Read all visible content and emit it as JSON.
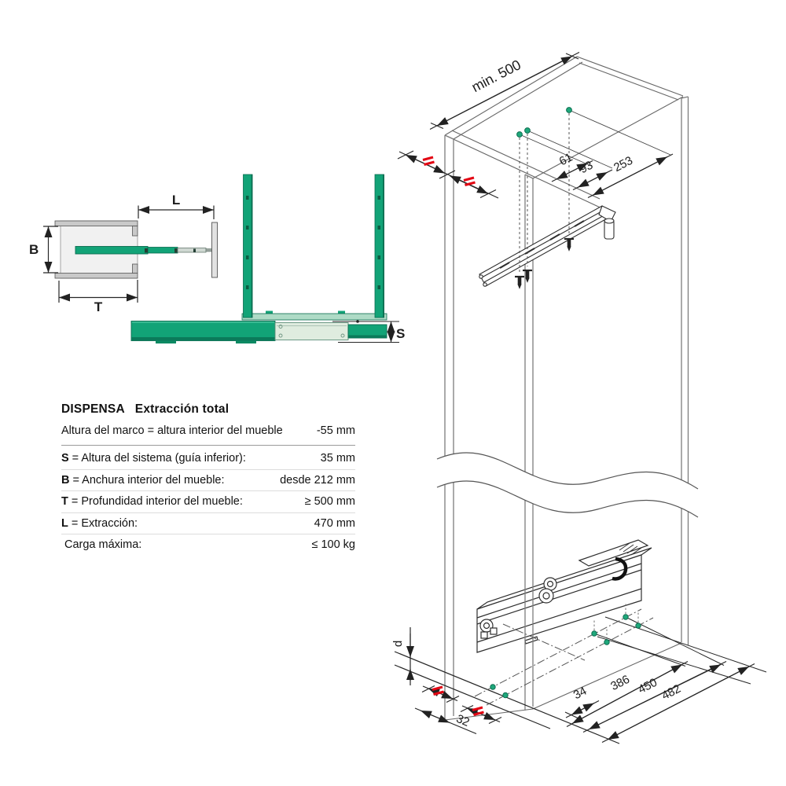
{
  "spec_table": {
    "title_brand": "DISPENSA",
    "title_product": "Extracción total",
    "intro": {
      "label": "Altura del marco = altura interior del mueble",
      "value": "-55 mm"
    },
    "rows": [
      {
        "key": "S",
        "label": "= Altura del sistema (guía inferior):",
        "value": "35 mm"
      },
      {
        "key": "B",
        "label": "= Anchura interior del mueble:",
        "value": "desde 212 mm"
      },
      {
        "key": "T",
        "label": "= Profundidad interior del mueble:",
        "value": "≥ 500 mm"
      },
      {
        "key": "L",
        "label": "= Extracción:",
        "value": "470 mm"
      },
      {
        "key": "",
        "label": "Carga máxima:",
        "value": "≤ 100 kg"
      }
    ]
  },
  "plan_view": {
    "dim_extraction": "L",
    "dim_width": "B",
    "dim_depth": "T"
  },
  "front_view": {
    "dim_system_height": "S"
  },
  "iso_view": {
    "dim_min_depth": "min. 500",
    "top_hole_dims": [
      "61",
      "93",
      "253"
    ],
    "bottom_hole_dims": [
      "34",
      "386",
      "450",
      "482"
    ],
    "dim_front_offset": "d",
    "dim_side_offset": "32"
  },
  "colors": {
    "green": "#12a377",
    "green_dark": "#0a6b4f",
    "green_light": "#dfecdf",
    "red": "#e30613",
    "line_dark": "#262626",
    "line_gray": "#8a8a8a",
    "wall_gray": "#c9c9c9"
  }
}
